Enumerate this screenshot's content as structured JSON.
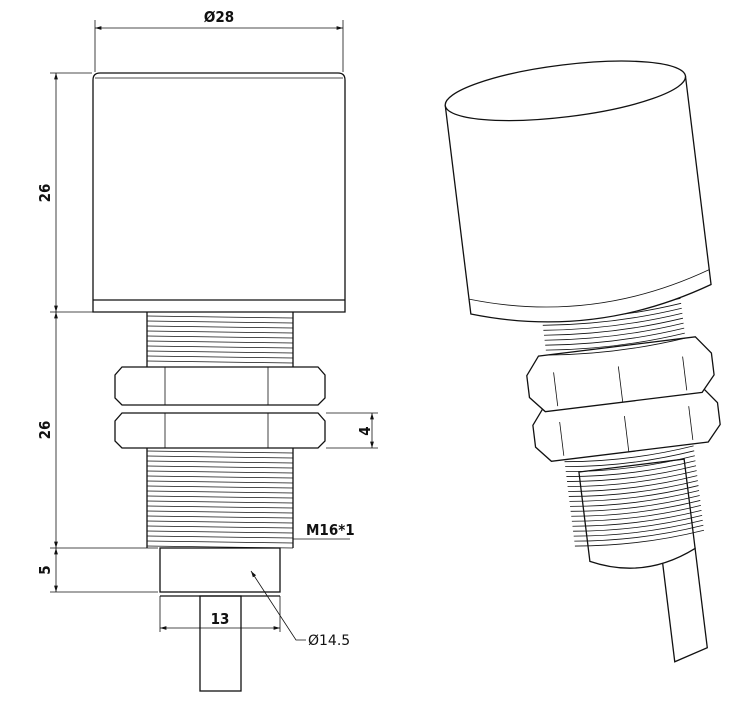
{
  "dimensions": {
    "cap_diameter": "Ø28",
    "cap_height": "26",
    "thread_length": "26",
    "base_height": "5",
    "nut_thickness": "4",
    "thread_spec": "M16*1",
    "base_width": "13",
    "base_diameter": "Ø14.5"
  },
  "colors": {
    "line": "#111111",
    "background": "#ffffff"
  }
}
